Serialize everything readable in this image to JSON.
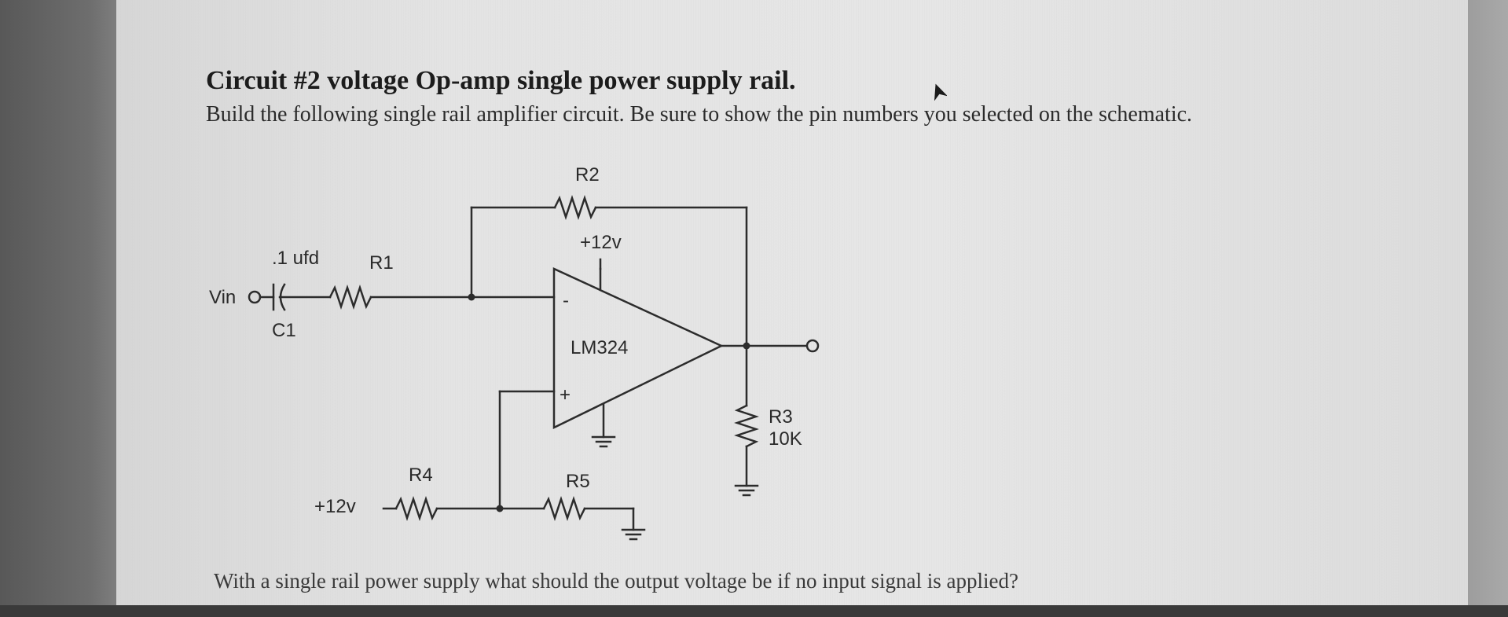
{
  "page": {
    "title": "Circuit #2 voltage Op-amp single power supply rail.",
    "instruction": "Build the following single rail amplifier circuit. Be sure to show the pin numbers you selected on the schematic.",
    "question": "With a single rail power supply what should the output voltage be if no input signal is applied?"
  },
  "schematic": {
    "input_label": "Vin",
    "capacitor_value": ".1 ufd",
    "capacitor_ref": "C1",
    "r1_label": "R1",
    "r2_label": "R2",
    "r3_label": "R3",
    "r3_value": "10K",
    "r4_label": "R4",
    "r5_label": "R5",
    "opamp_label": "LM324",
    "supply_top": "+12v",
    "supply_r4": "+12v",
    "inverting_sign": "-",
    "noninverting_sign": "+"
  },
  "icons": {
    "cursor": "mouse-pointer-icon"
  }
}
